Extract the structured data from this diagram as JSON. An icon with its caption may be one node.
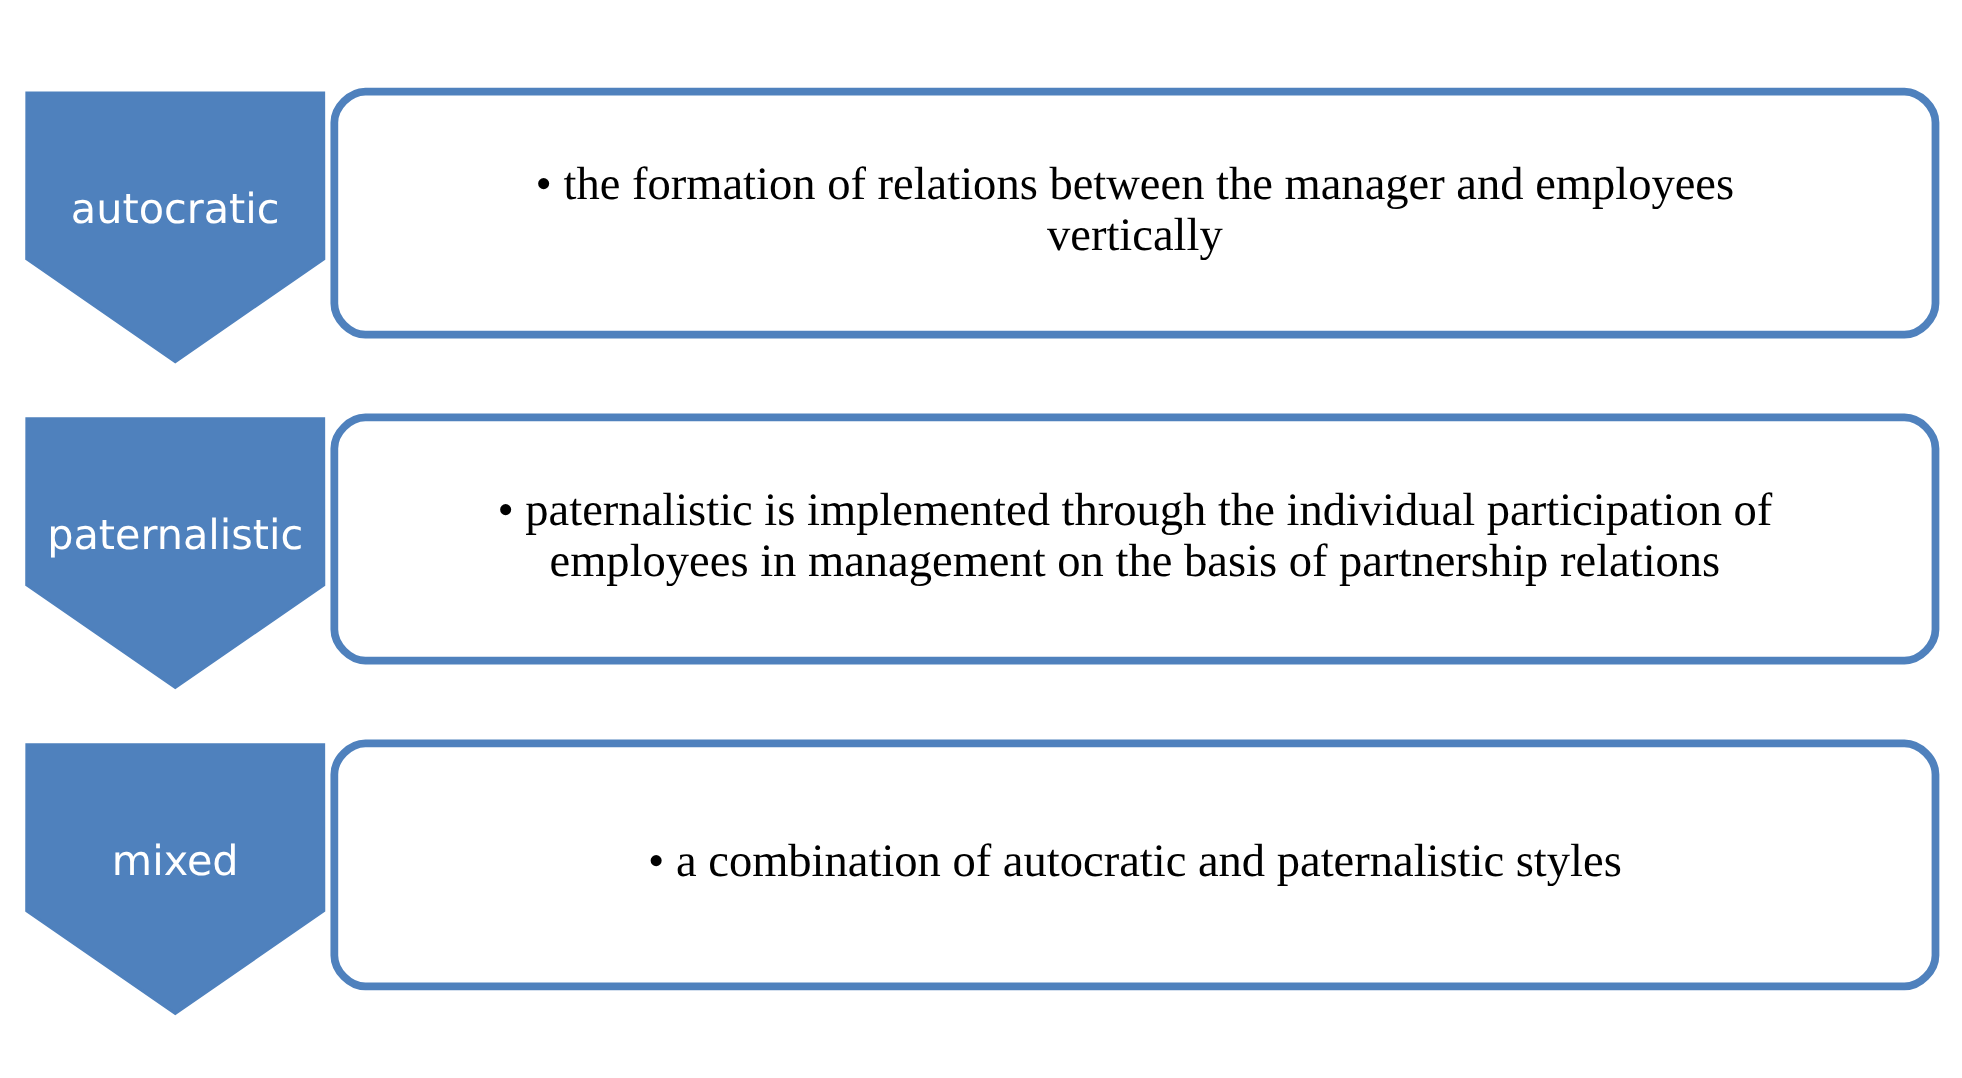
{
  "diagram": {
    "nodes": [
      {
        "text": [
          "autocratic"
        ]
      },
      {
        "text": [
          "• the formation of relations between the manager and employees vertically"
        ]
      },
      {
        "text": [
          "paternalistic"
        ]
      },
      {
        "text": [
          "• paternalistic is implemented through the individual participation of employees in management on the basis of partnership relations"
        ]
      },
      {
        "text": [
          "mixed"
        ]
      },
      {
        "text": [
          "• a combination of autocratic and paternalistic styles"
        ]
      }
    ]
  }
}
